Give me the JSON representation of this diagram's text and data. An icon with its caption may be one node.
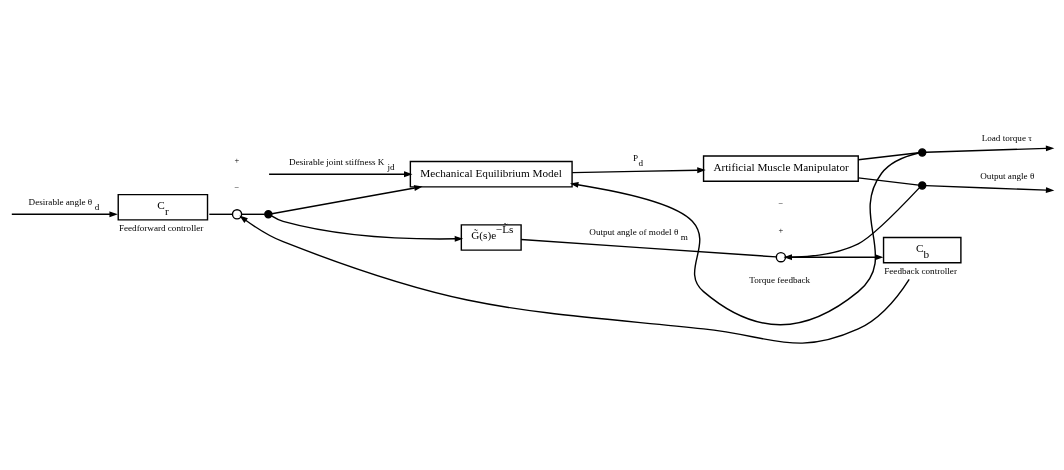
{
  "diagram": {
    "nodes": [
      {
        "text": [
          "C$_{r}$"
        ],
        "beside": [
          "Feedforward controller"
        ]
      },
      {
        "text": [],
        "shape": "circle"
      },
      {
        "text": [],
        "shape": "dot"
      },
      {
        "text": [
          "Mechanical Equilibrium Model"
        ]
      },
      {
        "text": [
          "Artificial Muscle Manipulator"
        ]
      },
      {
        "text": [
          "G̃(s)e$^{−L̃s}$"
        ]
      },
      {
        "text": [],
        "shape": "circle"
      },
      {
        "text": [
          "C$_{b}$"
        ],
        "beside": [
          "Feedback controller"
        ]
      },
      {
        "text": [],
        "shape": "dot"
      },
      {
        "text": [],
        "shape": "dot"
      }
    ],
    "edges": [
      {
        "from": null,
        "to": 3,
        "arrow": "to",
        "label": "Desirable joint stiffness K$_{jd}$"
      },
      {
        "from": null,
        "to": 0,
        "arrow": "to",
        "label": "Desirable angle θ$_{d}$"
      },
      {
        "from": 0,
        "to": 1,
        "arrow": "none"
      },
      {
        "from": 1,
        "to": 2,
        "arrow": "none"
      },
      {
        "from": 2,
        "to": 3,
        "arrow": "to"
      },
      {
        "from": 2,
        "to": 5,
        "arrow": "to"
      },
      {
        "from": 3,
        "to": 4,
        "arrow": "to",
        "label": "P$_{d}$"
      },
      {
        "from": 4,
        "to": 8,
        "arrow": "none"
      },
      {
        "from": 4,
        "to": 9,
        "arrow": "none"
      },
      {
        "from": 8,
        "to": null,
        "arrow": "to",
        "label": "Load torque τ"
      },
      {
        "from": 9,
        "to": null,
        "arrow": "to",
        "label": "Output angle θ"
      },
      {
        "from": 8,
        "to": 3,
        "arrow": "to",
        "label": "Torque feedback"
      },
      {
        "from": 9,
        "to": 6,
        "arrow": "to"
      },
      {
        "from": 5,
        "to": 6,
        "arrow": "none",
        "label": "Output angle of model θ$_{m}$"
      },
      {
        "from": 6,
        "to": 7,
        "arrow": "to"
      },
      {
        "from": 7,
        "to": 1,
        "arrow": "to"
      }
    ],
    "labels": [
      "+",
      "−",
      "+",
      "−"
    ]
  }
}
